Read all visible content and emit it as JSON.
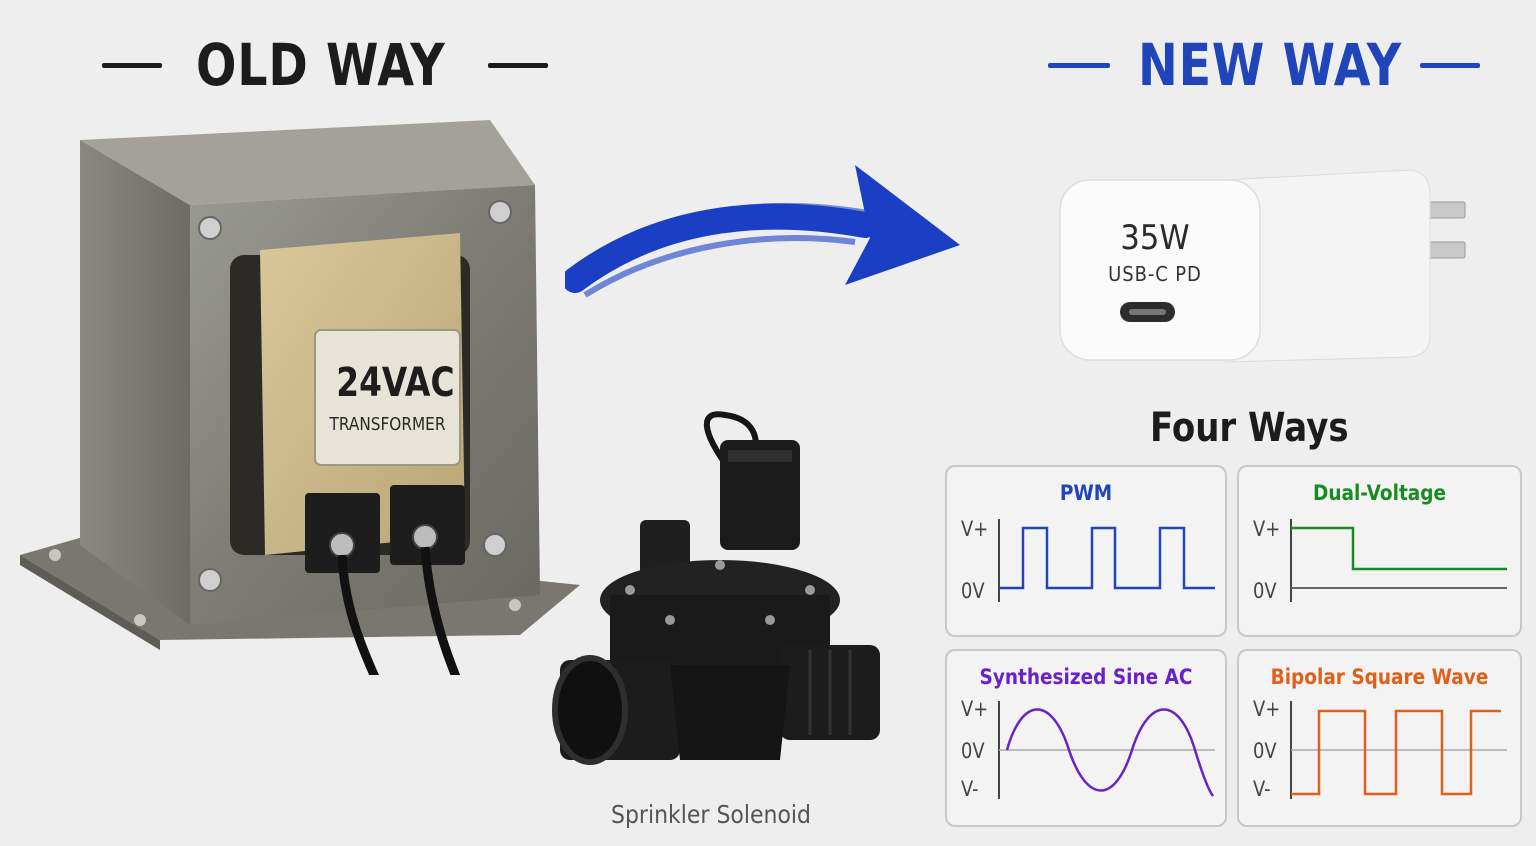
{
  "old_way": {
    "heading": "OLD WAY",
    "transformer": {
      "voltage_label": "24VAC",
      "name_label": "TRANSFORMER"
    },
    "solenoid": {
      "caption": "Sprinkler Solenoid"
    }
  },
  "new_way": {
    "heading": "NEW WAY",
    "charger": {
      "wattage": "35W",
      "type_label": "USB-C PD"
    },
    "four_ways": {
      "title": "Four Ways",
      "panels": [
        {
          "title": "PWM",
          "color": "#1f45b8",
          "axis": [
            "V+",
            "0V"
          ]
        },
        {
          "title": "Dual-Voltage",
          "color": "#1a8a22",
          "axis": [
            "V+",
            "0V"
          ]
        },
        {
          "title": "Synthesized Sine AC",
          "color": "#6a22c8",
          "axis": [
            "V+",
            "0V",
            "V-"
          ]
        },
        {
          "title": "Bipolar Square Wave",
          "color": "#e0601a",
          "axis": [
            "V+",
            "0V",
            "V-"
          ]
        }
      ]
    }
  },
  "colors": {
    "old": "#1c1c1c",
    "new": "#1f45b8",
    "arrow": "#1a3fc4"
  }
}
